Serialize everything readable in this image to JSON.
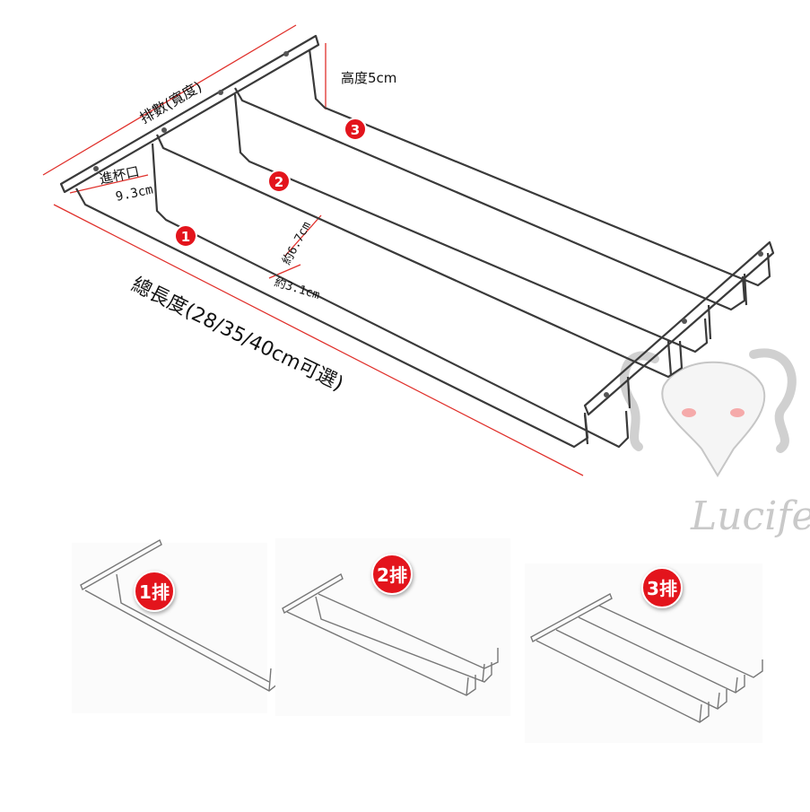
{
  "main_diagram": {
    "label_width": "排數(寬度)",
    "label_height": "高度5cm",
    "label_opening_title": "進杯口",
    "label_opening_value": "9.3cm",
    "label_spacing_67": "約6.7cm",
    "label_spacing_31": "約3.1cm",
    "label_total_length": "總長度(28/35/40cm可選)",
    "markers": [
      "1",
      "2",
      "3"
    ]
  },
  "variants": [
    {
      "badge": "1排",
      "rows": 1
    },
    {
      "badge": "2排",
      "rows": 2
    },
    {
      "badge": "3排",
      "rows": 3
    }
  ],
  "watermark": {
    "text": "Lucifer"
  },
  "colors": {
    "dimension_line": "#e0302b",
    "badge": "#e3141c",
    "rod": "#3a3a3a"
  }
}
